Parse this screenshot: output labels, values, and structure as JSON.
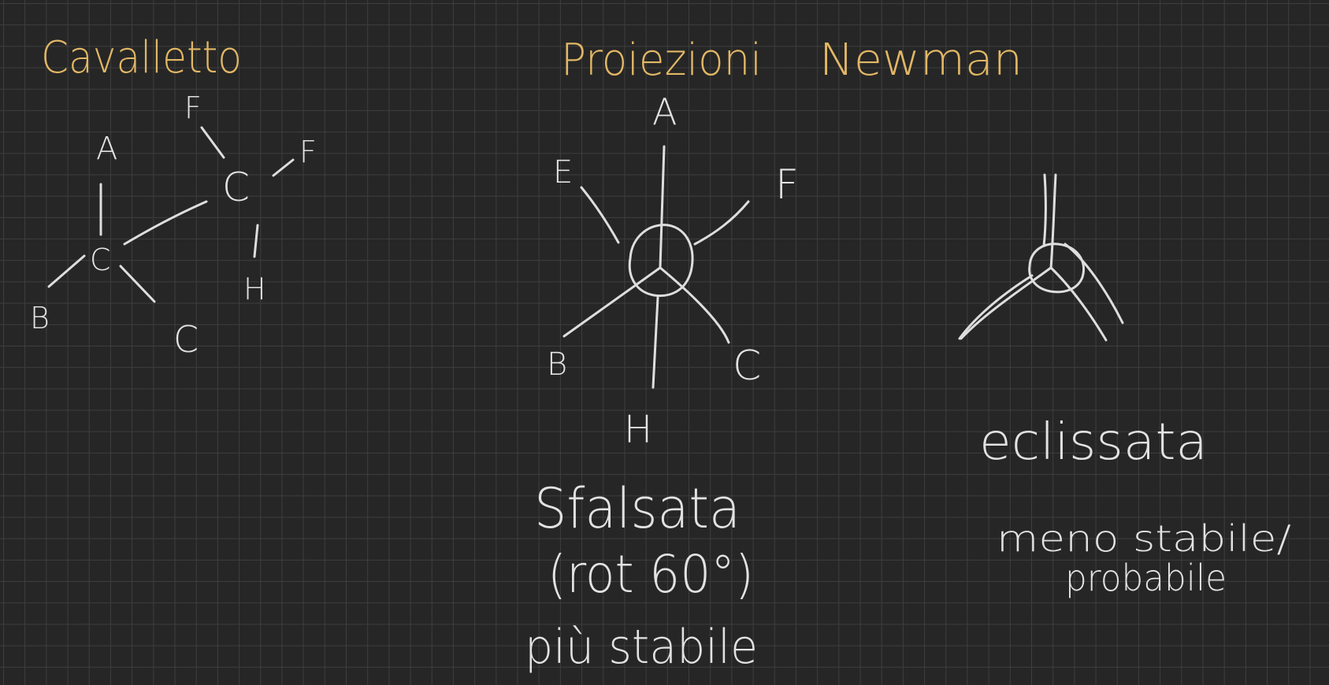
{
  "colors": {
    "background": "#262626",
    "grid": "#3e3e3e",
    "ink_white": "#e2e2e2",
    "ink_gold": "#e2b765"
  },
  "sawhorse": {
    "title": "Cavalletto",
    "front_carbon": "C",
    "back_carbon": "C",
    "front_labels": {
      "top": "A",
      "left": "B",
      "bottom_right": "C"
    },
    "back_labels": {
      "top_left": "F",
      "right": "F",
      "bottom": "H"
    }
  },
  "newman": {
    "title_part1": "Proiezioni",
    "title_part2": "Newman",
    "staggered": {
      "labels": {
        "top": "A",
        "upper_left": "E",
        "upper_right": "F",
        "lower_left": "B",
        "lower_right": "C",
        "bottom": "H"
      },
      "caption_line1": "Sfalsata",
      "caption_line2": "(rot 60°)",
      "note": "più stabile"
    },
    "eclipsed": {
      "caption": "eclissata",
      "note_line1": "meno stabile/",
      "note_line2": "probabile"
    }
  }
}
